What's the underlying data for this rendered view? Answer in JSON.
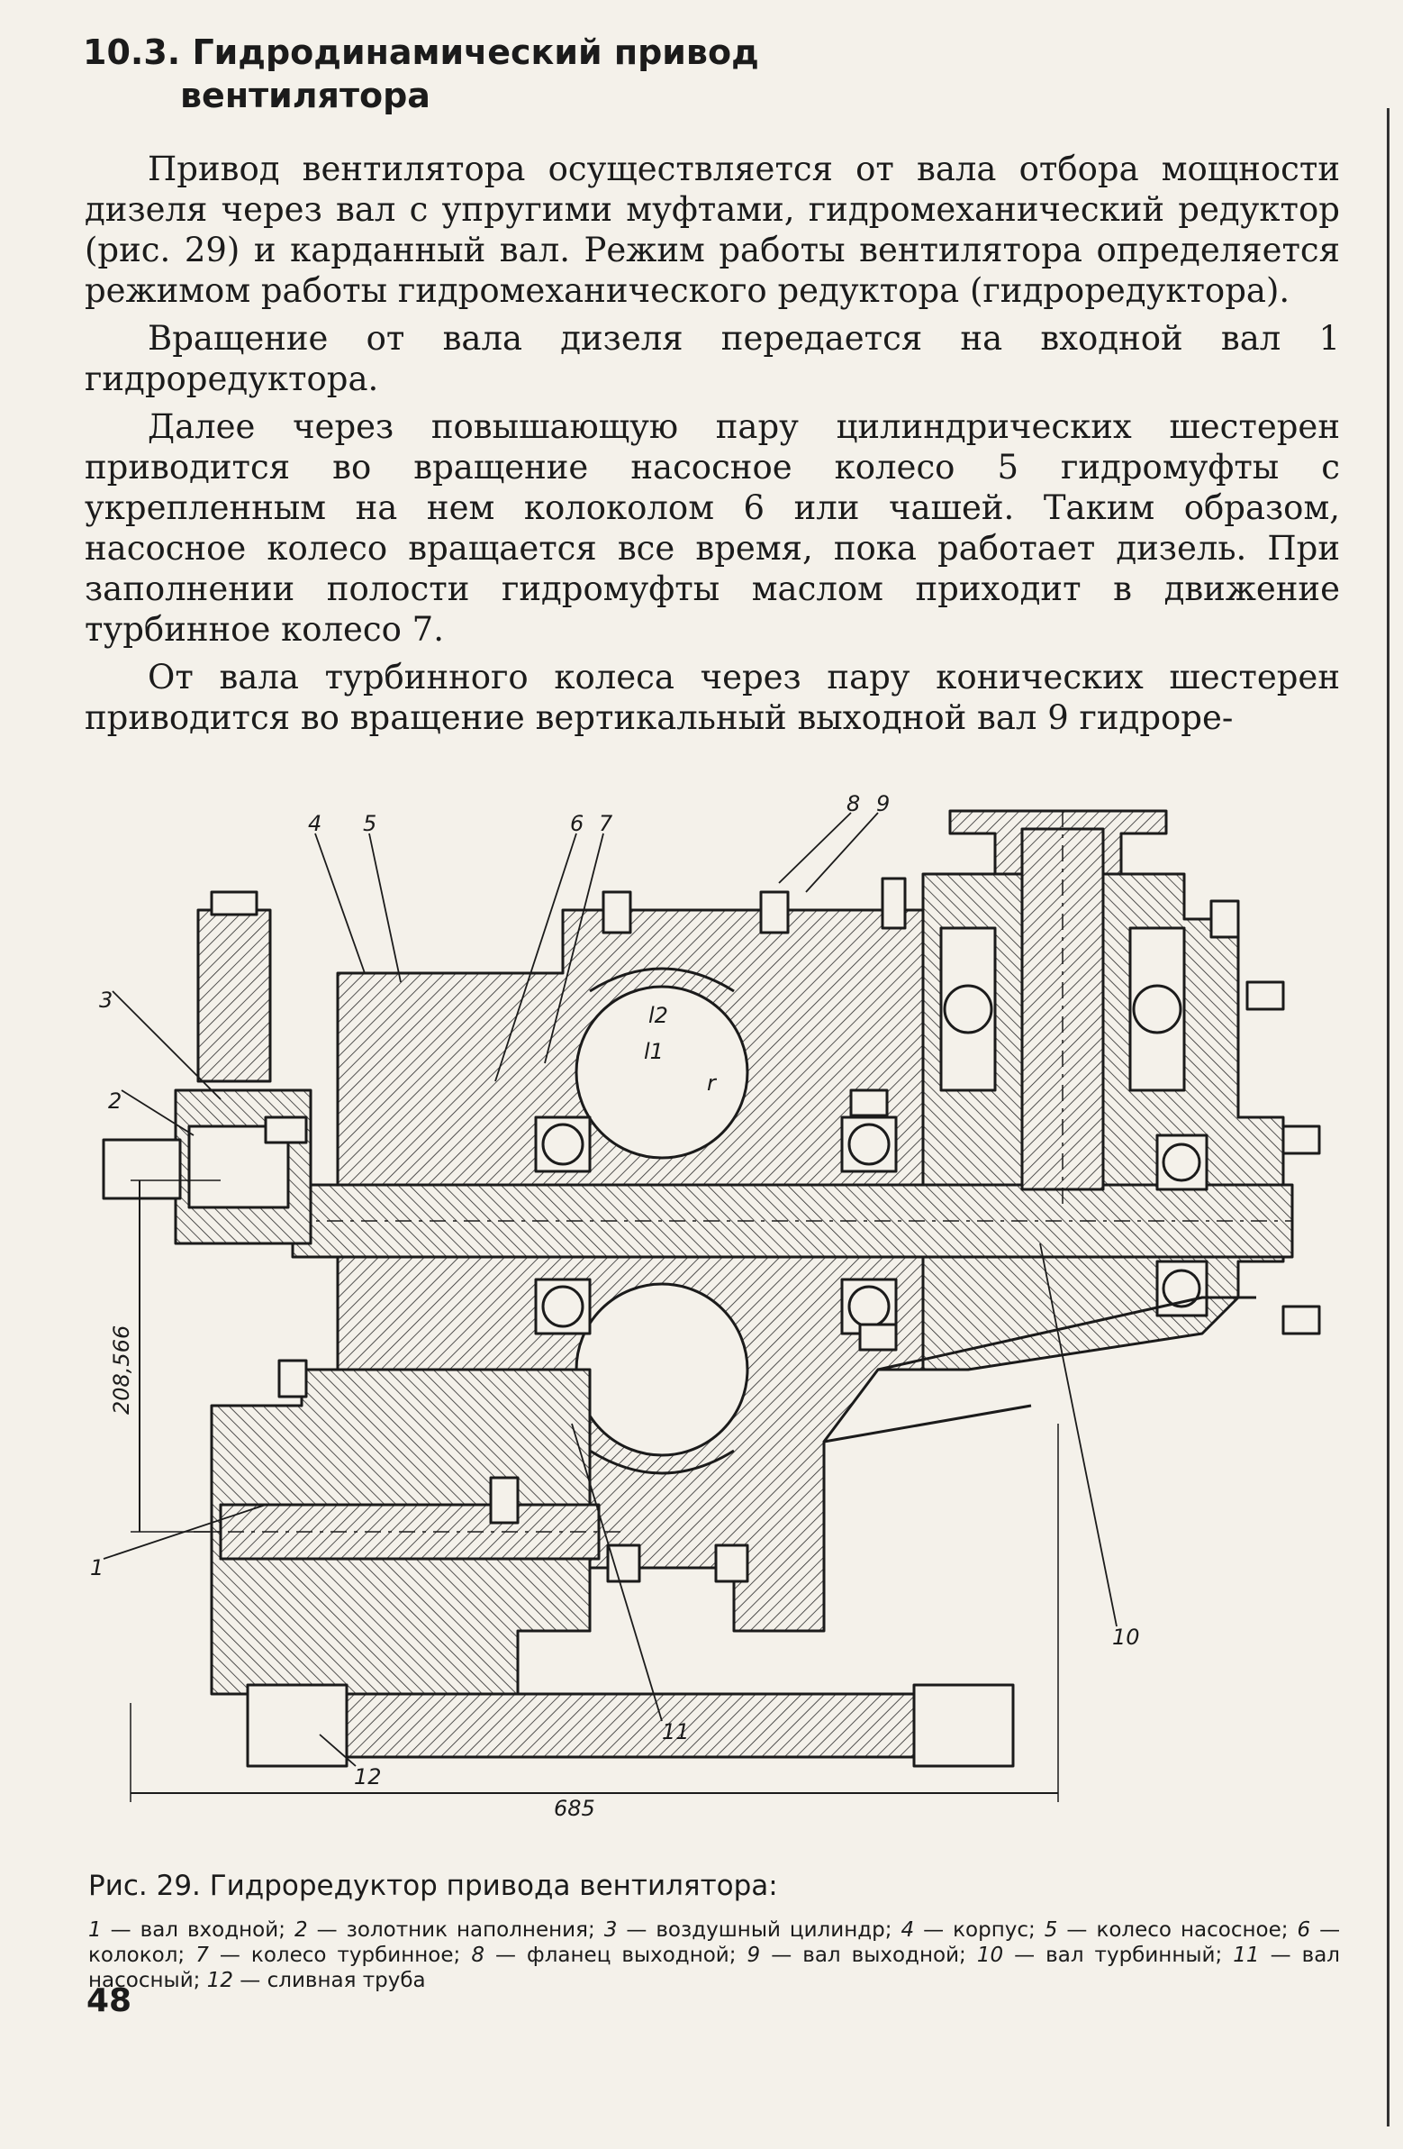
{
  "section": {
    "number": "10.3.",
    "title_line1": "Гидродинамический привод",
    "title_line2": "вентилятора"
  },
  "paragraphs": [
    "Привод вентилятора осуществляется от вала отбора мощности дизеля через вал с упругими муфтами, гидромеханический редуктор (рис. 29) и карданный вал. Режим работы вентилятора определяется режимом работы гидромеханического редуктора (гидроредуктора).",
    "Вращение от вала дизеля передается на входной вал 1 гидроредуктора.",
    "Далее через повышающую пару цилиндрических шестерен приводится во вращение насосное колесо 5 гидромуфты с укрепленным на нем колоколом 6 или чашей. Таким образом, насосное колесо вращается все время, пока работает дизель. При заполнении полости гидромуфты маслом приходит в движение турбинное колесо 7.",
    "От вала турбинного колеса через пару конических шестерен приводится во вращение вертикальный выходной вал 9 гидроре-"
  ],
  "figure": {
    "callouts": [
      "1",
      "2",
      "3",
      "4",
      "5",
      "6",
      "7",
      "8",
      "9",
      "10",
      "11",
      "12"
    ],
    "dimension_vertical": "208,566",
    "dimension_horizontal": "685",
    "label_l2": "l2",
    "label_l1": "l1",
    "label_r": "r"
  },
  "caption": {
    "title": "Рис. 29. Гидроредуктор привода вентилятора:",
    "legend": [
      {
        "num": "1",
        "text": "вал входной;"
      },
      {
        "num": "2",
        "text": "золотник наполнения;"
      },
      {
        "num": "3",
        "text": "воздушный цилиндр;"
      },
      {
        "num": "4",
        "text": "корпус;"
      },
      {
        "num": "5",
        "text": "колесо насосное;"
      },
      {
        "num": "6",
        "text": "колокол;"
      },
      {
        "num": "7",
        "text": "колесо турбинное;"
      },
      {
        "num": "8",
        "text": "фланец выходной;"
      },
      {
        "num": "9",
        "text": "вал выходной;"
      },
      {
        "num": "10",
        "text": "вал турбинный;"
      },
      {
        "num": "11",
        "text": "вал насосный;"
      },
      {
        "num": "12",
        "text": "сливная труба"
      }
    ]
  },
  "page_number": "48"
}
